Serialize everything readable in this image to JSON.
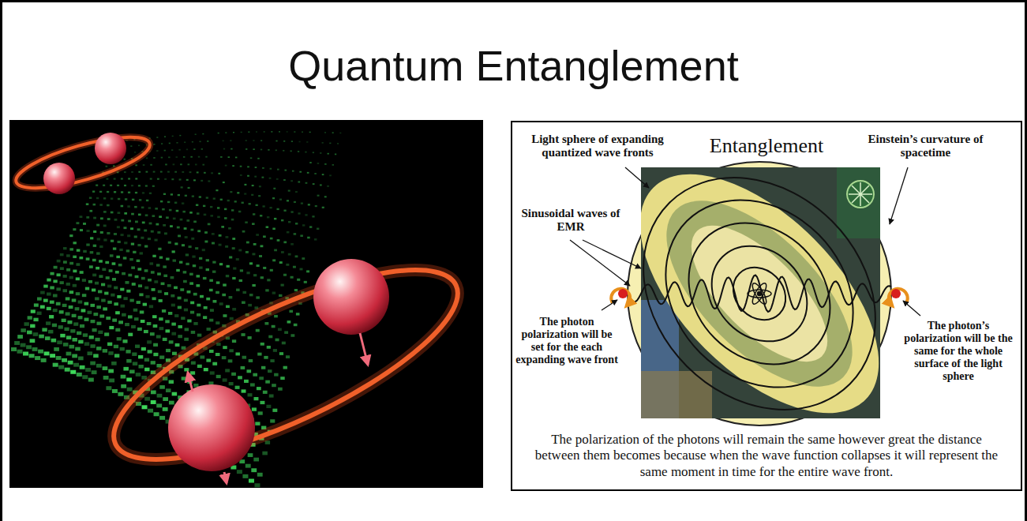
{
  "diagram": {
    "title": "Quantum Entanglement",
    "nodes": [
      {
        "text": [
          "Entanglement",
          "The polarization of the photons will remain the same however great the distance between them becomes because when the wave function collapses it will represent the same moment in time for the entire wave front."
        ]
      }
    ],
    "labels": [
      "Light sphere of expanding quantized wave fronts",
      "Einstein’s curvature of spacetime",
      "Sinusoidal waves of EMR",
      "The photon polarization will be set for the each expanding wave front",
      "The photon’s polarization will be the same for the whole surface of the light sphere"
    ]
  }
}
